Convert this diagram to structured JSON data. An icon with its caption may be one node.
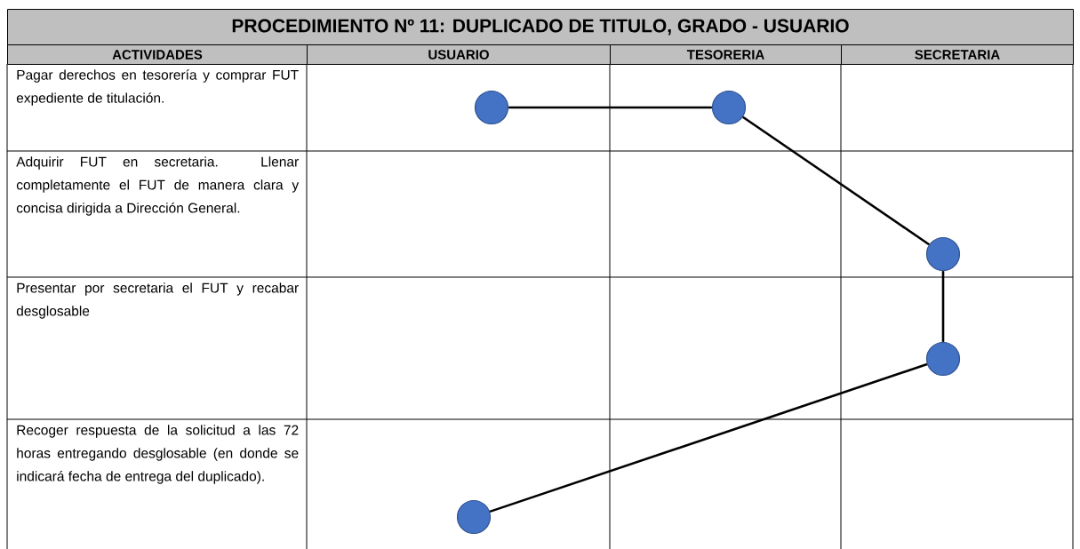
{
  "diagram": {
    "title": "PROCEDIMIENTO Nº 11: DUPLICADO DE TITULO, GRADO - USUARIO",
    "nodes": [
      {
        "text": [],
        "shape": "circle"
      },
      {
        "text": [],
        "shape": "circle"
      },
      {
        "text": [],
        "shape": "circle"
      },
      {
        "text": [],
        "shape": "circle"
      },
      {
        "text": [],
        "shape": "circle"
      }
    ],
    "edges": [
      {
        "from": 0,
        "to": 1,
        "arrow": "none"
      },
      {
        "from": 1,
        "to": 2,
        "arrow": "none"
      },
      {
        "from": 2,
        "to": 3,
        "arrow": "none"
      },
      {
        "from": 3,
        "to": 4,
        "arrow": "none"
      }
    ],
    "labels": [
      "ACTIVIDADES",
      "USUARIO",
      "TESORERIA",
      "SECRETARIA",
      "Pagar derechos en tesorería y comprar FUT expediente de titulación.",
      "Adquirir FUT en secretaria. Llenar completamente el FUT de manera clara y concisa dirigida a Dirección General.",
      "Presentar por secretaria el FUT y recabar desglosable",
      "Recoger respuesta de la solicitud a las 72 horas entregando desglosable (en donde se indicará fecha de entrega del duplicado)."
    ]
  }
}
